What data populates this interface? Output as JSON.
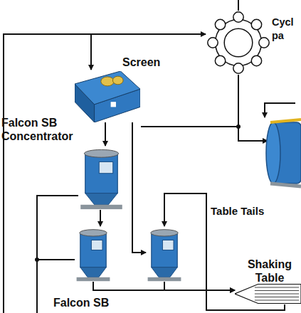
{
  "diagram": {
    "nodes": [
      {
        "text": [
          "Cycl pa"
        ]
      },
      {
        "text": [
          "Screen"
        ]
      },
      {
        "text": [
          "Falcon SB Concentrator"
        ]
      },
      {
        "text": [
          "Falcon SB"
        ]
      },
      {
        "text": []
      },
      {
        "text": [
          "Shaking Table"
        ]
      }
    ],
    "edges": [
      {
        "from": 1,
        "to": 2,
        "arrow": "to"
      },
      {
        "from": 2,
        "to": 3,
        "arrow": "to"
      },
      {
        "from": 1,
        "to": 4,
        "arrow": "to"
      },
      {
        "from": 3,
        "to": 5,
        "arrow": "to"
      },
      {
        "from": 4,
        "to": 5,
        "arrow": "to"
      },
      {
        "from": 5,
        "to": 4,
        "label": "Table Tails",
        "arrow": "to"
      }
    ]
  }
}
